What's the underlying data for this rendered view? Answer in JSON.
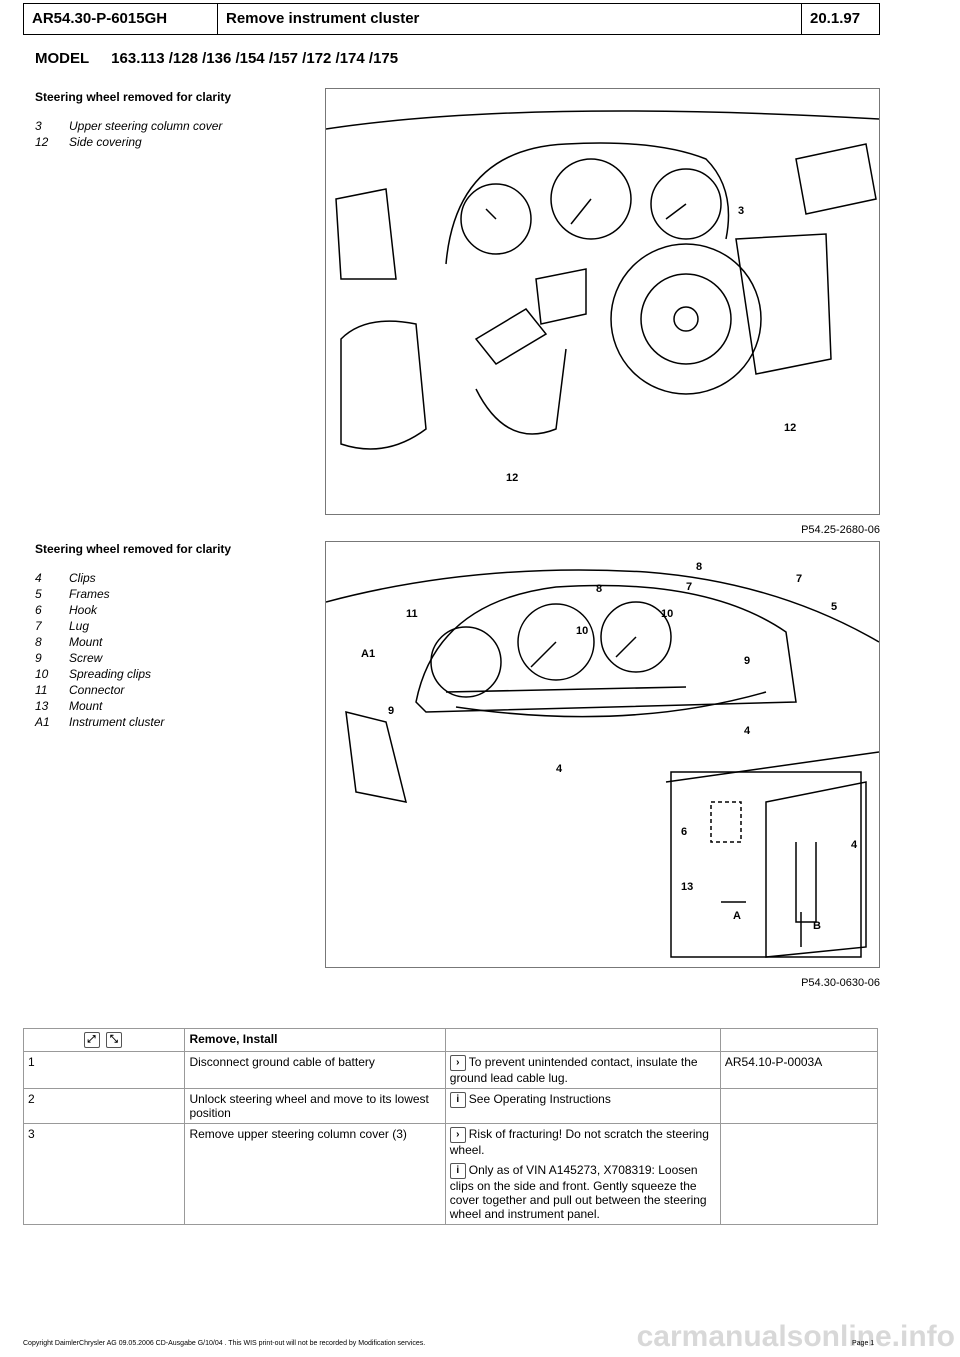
{
  "header": {
    "doc_id": "AR54.30-P-6015GH",
    "title": "Remove instrument cluster",
    "date": "20.1.97"
  },
  "model": {
    "label": "MODEL",
    "value": "163.113 /128 /136 /154 /157 /172 /174 /175"
  },
  "figure1": {
    "caption_title": "Steering wheel removed for clarity",
    "legend": [
      {
        "n": "3",
        "text": "Upper steering column cover"
      },
      {
        "n": "12",
        "text": "Side covering"
      }
    ],
    "code": "P54.25-2680-06",
    "labels": {
      "l3": "3",
      "l12a": "12",
      "l12b": "12"
    }
  },
  "figure2": {
    "caption_title": "Steering wheel removed for clarity",
    "legend": [
      {
        "n": "4",
        "text": "Clips"
      },
      {
        "n": "5",
        "text": "Frames"
      },
      {
        "n": "6",
        "text": "Hook"
      },
      {
        "n": "7",
        "text": "Lug"
      },
      {
        "n": "8",
        "text": "Mount"
      },
      {
        "n": "9",
        "text": "Screw"
      },
      {
        "n": "10",
        "text": "Spreading clips"
      },
      {
        "n": "11",
        "text": "Connector"
      },
      {
        "n": "13",
        "text": "Mount"
      },
      {
        "n": "A1",
        "text": "Instrument cluster"
      }
    ],
    "code": "P54.30-0630-06",
    "labels": {
      "l8a": "8",
      "l8b": "8",
      "l7a": "7",
      "l7b": "7",
      "l5": "5",
      "l11": "11",
      "l10a": "10",
      "l10b": "10",
      "lA1": "A1",
      "l9a": "9",
      "l9b": "9",
      "l4a": "4",
      "l4b": "4",
      "l4c": "4",
      "l6": "6",
      "l13": "13",
      "lA": "A",
      "lB": "B"
    }
  },
  "table": {
    "header_icons": [
      "expand-icon",
      "collapse-icon"
    ],
    "header": "Remove, Install",
    "rows": [
      {
        "num": "1",
        "action": "Disconnect ground cable of battery",
        "note": "To prevent unintended contact, insulate the ground lead cable lug.",
        "note_icon": "warning-note-icon",
        "ref": "AR54.10-P-0003A"
      },
      {
        "num": "2",
        "action": "Unlock steering wheel and move to its lowest position",
        "note": "See Operating Instructions",
        "note_icon": "info-icon",
        "ref": ""
      },
      {
        "num": "3",
        "action": "Remove upper steering column cover (3)",
        "note": "Risk of fracturing! Do not scratch the steering wheel.",
        "note_icon": "warning-note-icon",
        "note2": "Only as of VIN A145273, X708319: Loosen clips on the side and front. Gently squeeze the cover together and pull out between the steering wheel and instrument panel.",
        "note2_icon": "info-icon",
        "ref": ""
      }
    ]
  },
  "footer": "Copyright DaimlerChrysler AG  09.05.2006 CD-Ausgabe G/10/04 . This WIS print-out will not be recorded by Modification services.",
  "page": "Page 1",
  "watermark": "carmanualsonline.info"
}
